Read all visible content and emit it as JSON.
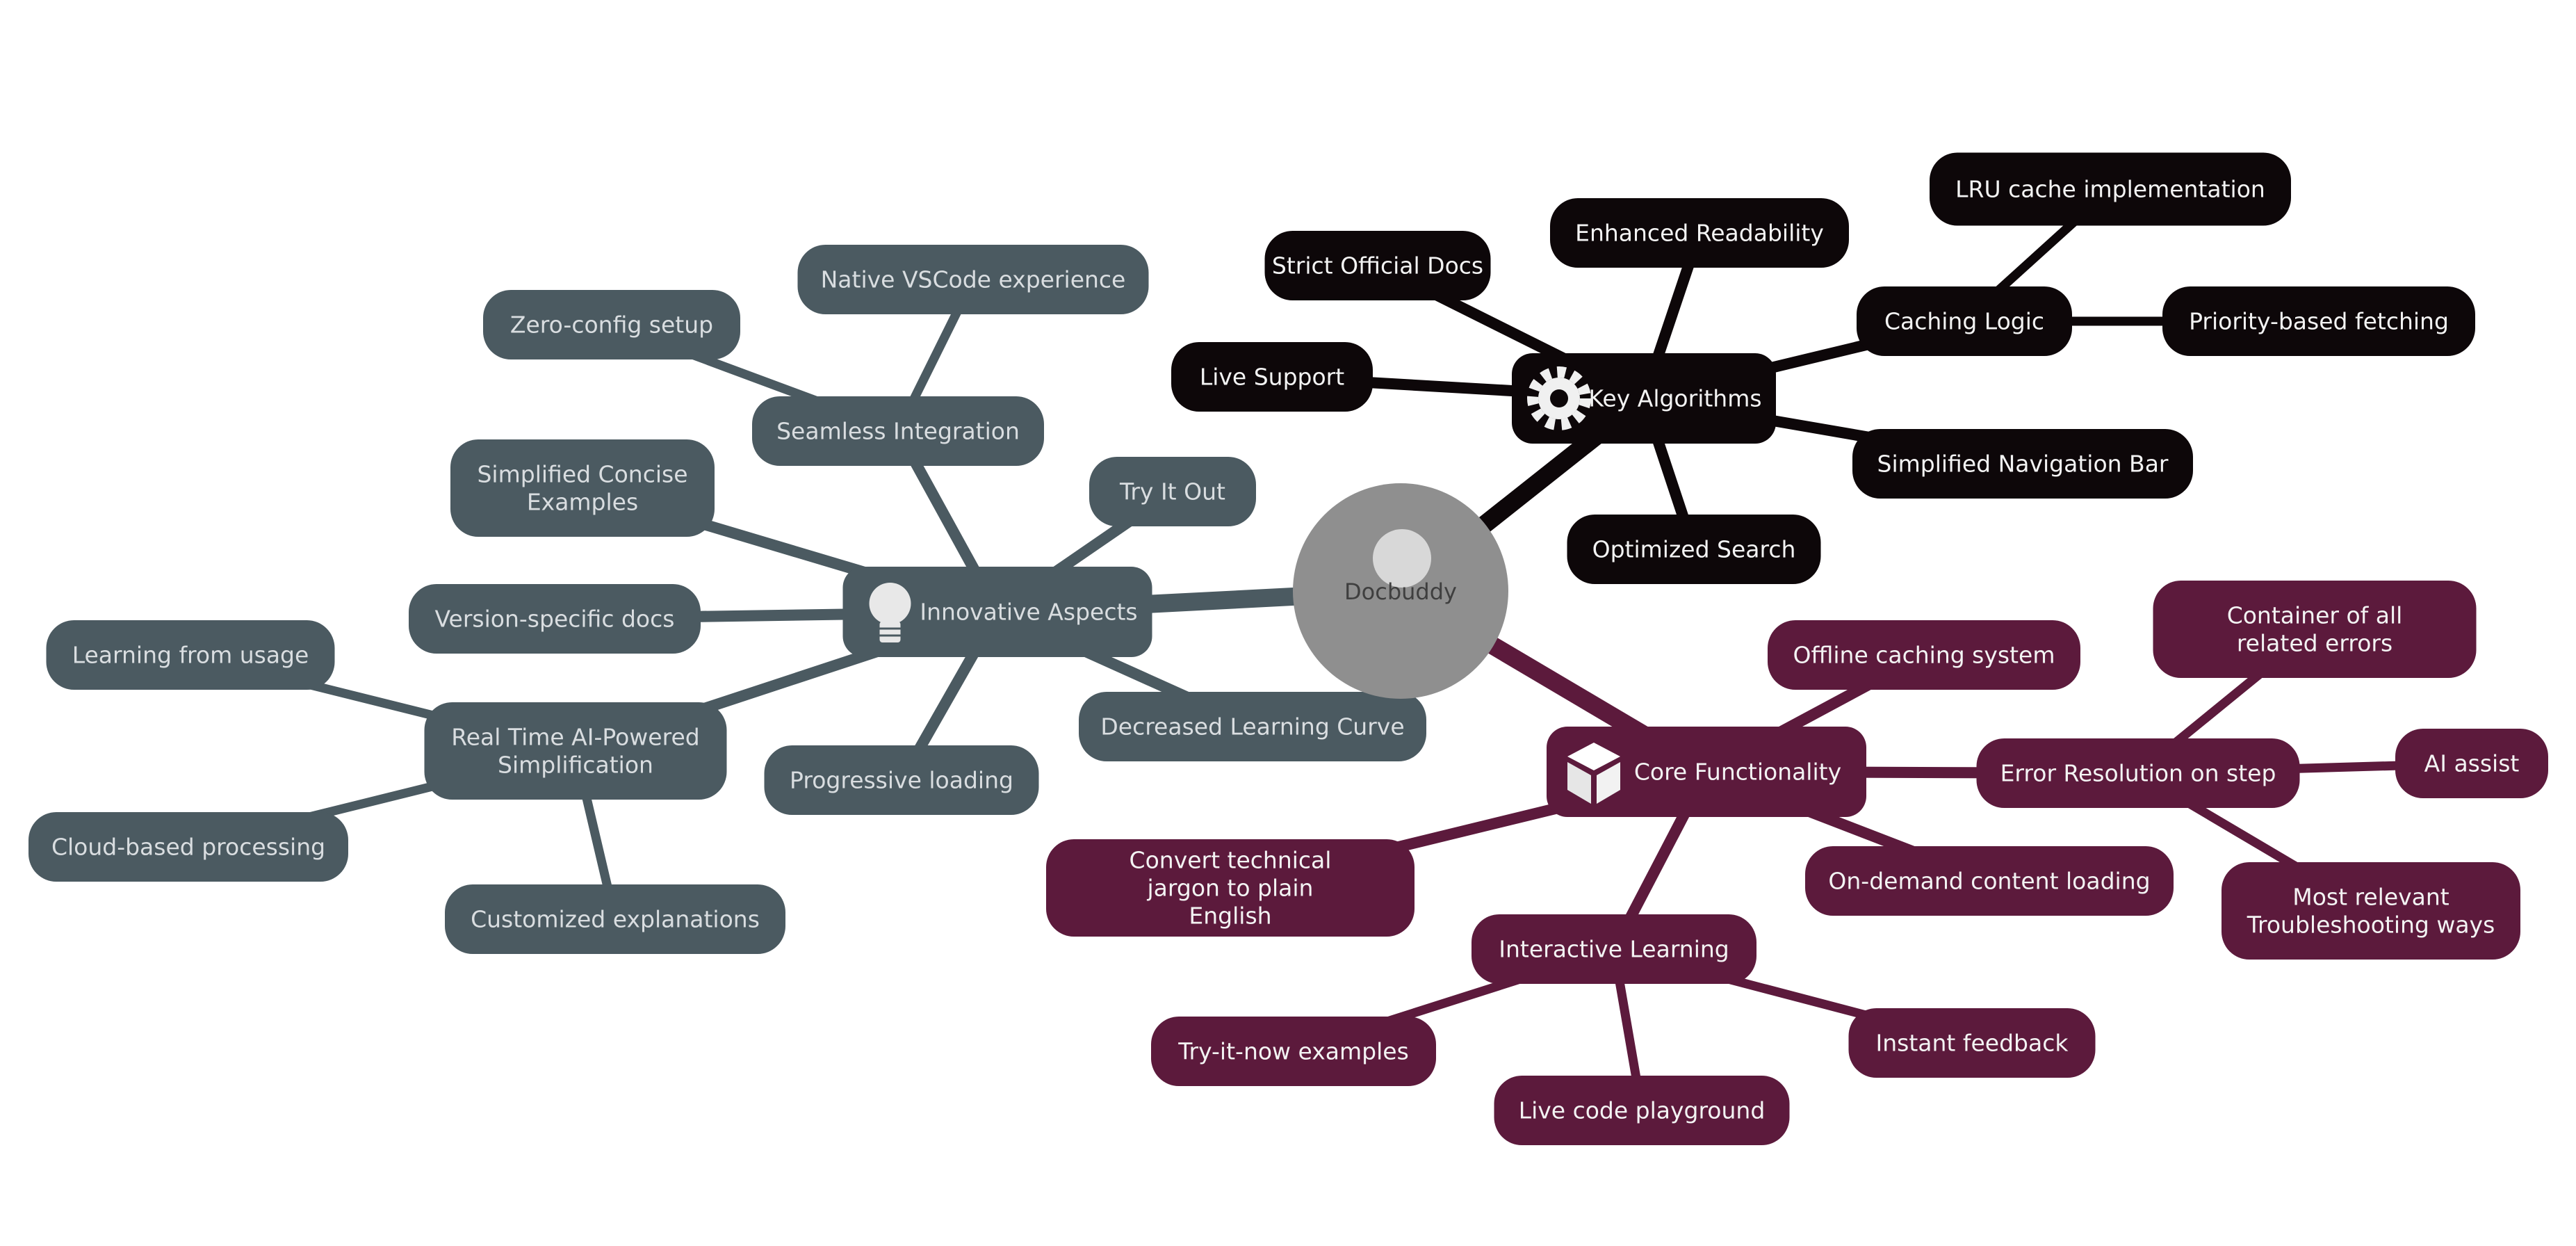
{
  "mindmap": {
    "root": {
      "label": "Docbuddy"
    },
    "colors": {
      "innovative": "#4b5a61",
      "algorithms": "#0d0709",
      "core": "#5c1a3c",
      "root_fill": "#8f8f8f",
      "text_light": "#f3f3f3",
      "text_soft": "#d9dde0"
    },
    "branches": [
      {
        "id": "algorithms",
        "label": "Key Algorithms",
        "icon": "gear-icon",
        "children": [
          {
            "label": "Strict Official Docs"
          },
          {
            "label": "Enhanced Readability"
          },
          {
            "label": "Caching Logic",
            "children": [
              {
                "label": "LRU cache implementation"
              },
              {
                "label": "Priority-based fetching"
              }
            ]
          },
          {
            "label": "Simplified Navigation Bar"
          },
          {
            "label": "Optimized Search"
          },
          {
            "label": "Live Support"
          }
        ]
      },
      {
        "id": "innovative",
        "label": "Innovative Aspects",
        "icon": "lightbulb-icon",
        "children": [
          {
            "label": "Seamless Integration",
            "children": [
              {
                "label": "Native VSCode experience"
              },
              {
                "label": "Zero-config setup"
              }
            ]
          },
          {
            "label": "Try It Out"
          },
          {
            "label": "Decreased Learning Curve"
          },
          {
            "label": "Progressive loading"
          },
          {
            "label": "Real Time AI-Powered Simplification",
            "children": [
              {
                "label": "Learning from usage"
              },
              {
                "label": "Cloud-based processing"
              },
              {
                "label": "Customized explanations"
              }
            ]
          },
          {
            "label": "Version-specific docs"
          },
          {
            "label": "Simplified Concise Examples"
          }
        ]
      },
      {
        "id": "core",
        "label": "Core Functionality",
        "icon": "box-icon",
        "children": [
          {
            "label": "Offline caching system"
          },
          {
            "label": "Error Resolution on step",
            "children": [
              {
                "label": "Container of all related errors"
              },
              {
                "label": "AI assist"
              },
              {
                "label": "Most relevant Troubleshooting ways"
              }
            ]
          },
          {
            "label": "On-demand content loading"
          },
          {
            "label": "Interactive Learning",
            "children": [
              {
                "label": "Instant feedback"
              },
              {
                "label": "Live code playground"
              },
              {
                "label": "Try-it-now examples"
              }
            ]
          },
          {
            "label": "Convert technical jargon to plain English"
          }
        ]
      }
    ]
  }
}
